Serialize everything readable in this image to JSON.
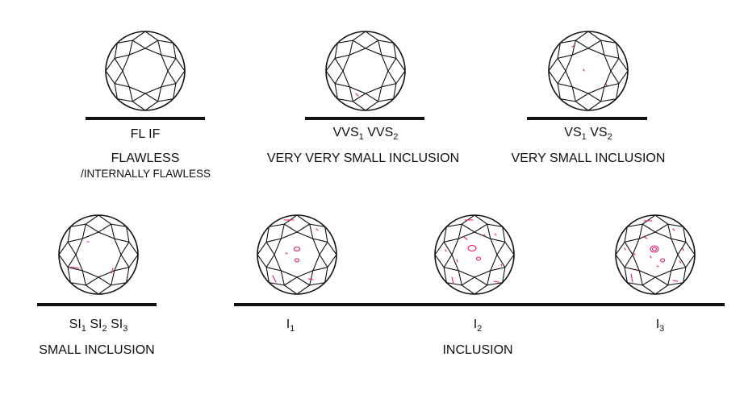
{
  "colors": {
    "line": "#111111",
    "inclusion": "#e8186e"
  },
  "grades": {
    "fl_if": {
      "code": "FL IF",
      "name": "FLAWLESS",
      "sub": "/INTERNALLY FLAWLESS"
    },
    "vvs": {
      "code_a": "VVS",
      "code_a_sub": "1",
      "code_b": "VVS",
      "code_b_sub": "2",
      "name": "VERY VERY SMALL INCLUSION"
    },
    "vs": {
      "code_a": "VS",
      "code_a_sub": "1",
      "code_b": "VS",
      "code_b_sub": "2",
      "name": "VERY SMALL  INCLUSION"
    },
    "si": {
      "code_a": "SI",
      "code_a_sub": "1",
      "code_b": "SI",
      "code_b_sub": "2",
      "code_c": "SI",
      "code_c_sub": "3",
      "name": "SMALL INCLUSION"
    },
    "i1": {
      "code": "I",
      "sub": "1"
    },
    "i2": {
      "code": "I",
      "sub": "2"
    },
    "i3": {
      "code": "I",
      "sub": "3"
    },
    "inclusion_name": "INCLUSION"
  }
}
